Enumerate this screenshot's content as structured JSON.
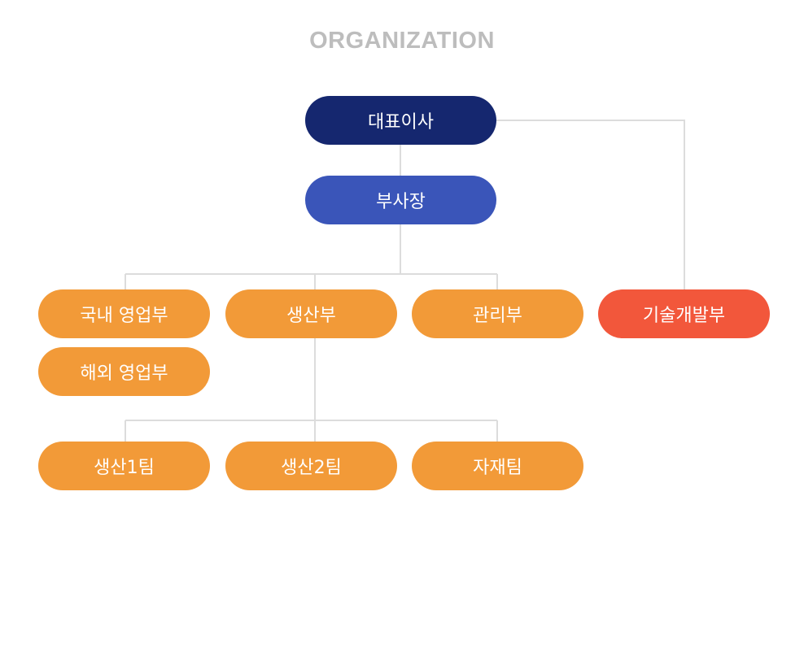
{
  "header": {
    "title": "ORGANIZATION"
  },
  "colors": {
    "ceo": "#15276f",
    "vp": "#3a55b9",
    "department": "#f29a38",
    "rnd": "#f2573b",
    "connector": "#dcdcdc",
    "title": "#bdbdbd"
  },
  "org": {
    "ceo": "대표이사",
    "vice_president": "부사장",
    "departments": {
      "domestic_sales": "국내 영업부",
      "overseas_sales": "해외 영업부",
      "production": "생산부",
      "management": "관리부",
      "rnd": "기술개발부"
    },
    "teams": {
      "production_1": "생산1팀",
      "production_2": "생산2팀",
      "materials": "자재팀"
    }
  }
}
